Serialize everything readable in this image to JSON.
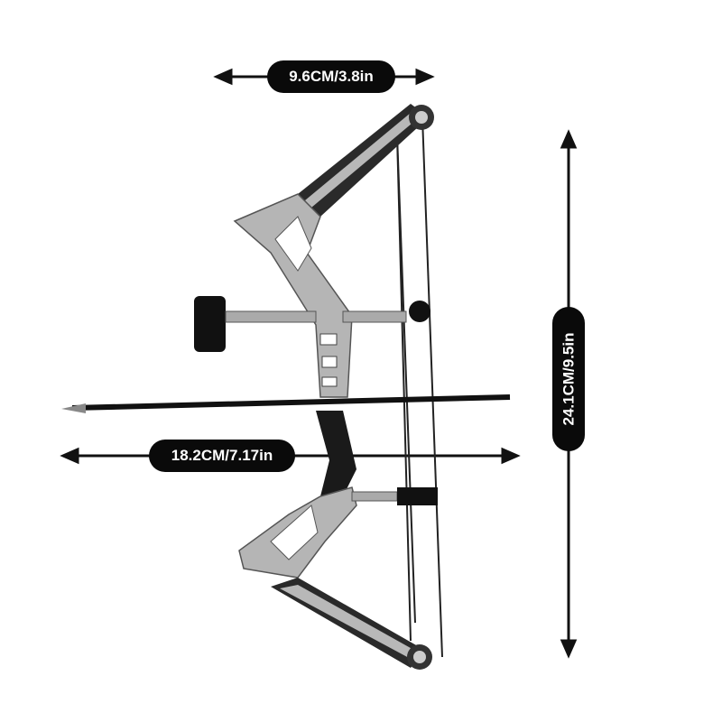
{
  "image": {
    "subject": "Mini compound bow with arrow",
    "background": "#ffffff"
  },
  "dimensions": {
    "top_width": {
      "label": "9.6CM/3.8in"
    },
    "arrow_length": {
      "label": "18.2CM/7.17in"
    },
    "bow_height": {
      "label": "24.1CM/9.5in"
    }
  },
  "colors": {
    "label_bg": "#0a0a0a",
    "label_text": "#ffffff",
    "metal": "#b8b8b8",
    "dark": "#1a1a1a"
  }
}
